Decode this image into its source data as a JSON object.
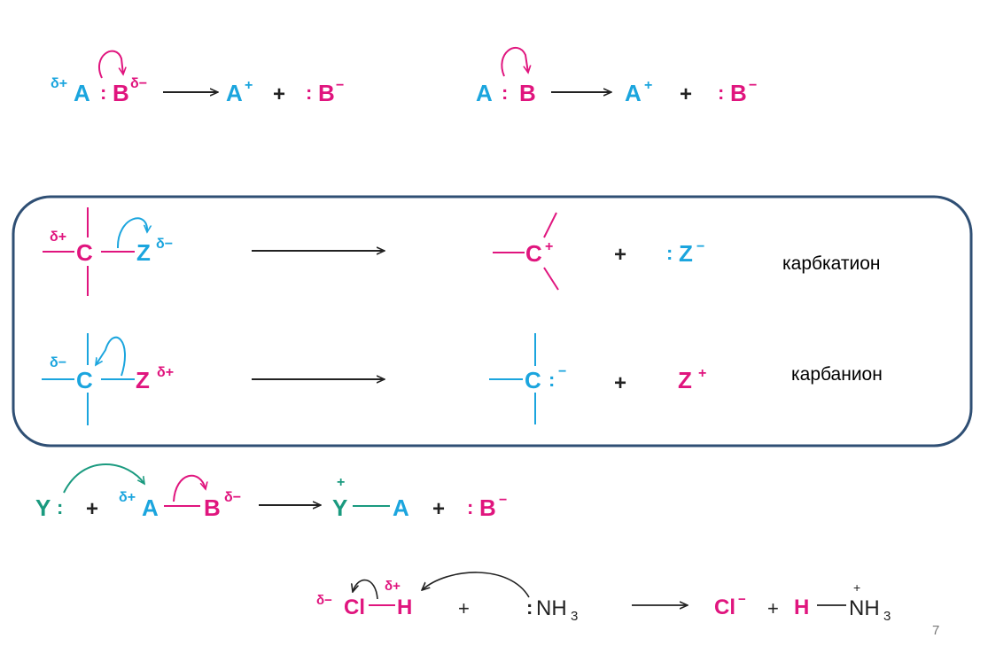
{
  "colors": {
    "cyan": "#1BA5DE",
    "magenta": "#E0157E",
    "teal": "#1A9A7F",
    "dark": "#222222",
    "box_border": "#2F4F74"
  },
  "row1": {
    "left": {
      "delta_plus": "δ+",
      "a": "A",
      "dots": ":",
      "b": "B",
      "delta_minus": "δ−",
      "product_a": "A",
      "product_a_charge": "+",
      "plus": "+",
      "product_b_dots": ":",
      "product_b": "B",
      "product_b_charge": "−"
    },
    "right": {
      "a": "A",
      "dots": ":",
      "b": "B",
      "product_a": "A",
      "product_a_charge": "+",
      "plus": "+",
      "product_b_dots": ":",
      "product_b": "B",
      "product_b_charge": "−"
    }
  },
  "box": {
    "cation": {
      "delta_plus": "δ+",
      "c": "C",
      "z": "Z",
      "delta_minus": "δ−",
      "product_c": "C",
      "product_c_charge": "+",
      "plus": "+",
      "product_z_dots": ":",
      "product_z": "Z",
      "product_z_charge": "−",
      "label": "карбкатион"
    },
    "anion": {
      "delta_minus": "δ−",
      "c": "C",
      "z": "Z",
      "delta_plus": "δ+",
      "product_c": "C",
      "product_c_dots": ":",
      "product_c_charge": "−",
      "plus": "+",
      "product_z": "Z",
      "product_z_charge": "+",
      "label": "карбанион"
    }
  },
  "row3": {
    "y": "Y",
    "y_dots": ":",
    "plus1": "+",
    "delta_plus": "δ+",
    "a": "A",
    "b": "B",
    "delta_minus": "δ−",
    "product_y_charge": "+",
    "product_y": "Y",
    "product_a": "A",
    "plus2": "+",
    "product_b_dots": ":",
    "product_b": "B",
    "product_b_charge": "−"
  },
  "row4": {
    "delta_minus": "δ−",
    "cl": "Cl",
    "delta_plus": "δ+",
    "h": "H",
    "plus1": "+",
    "nh3_dots": ":",
    "nh3": "NH",
    "nh3_sub": "3",
    "product_cl": "Cl",
    "product_cl_charge": "−",
    "plus2": "+",
    "product_h": "H",
    "product_n_charge": "+",
    "product_nh3": "NH",
    "product_nh3_sub": "3"
  },
  "page_number": "7"
}
